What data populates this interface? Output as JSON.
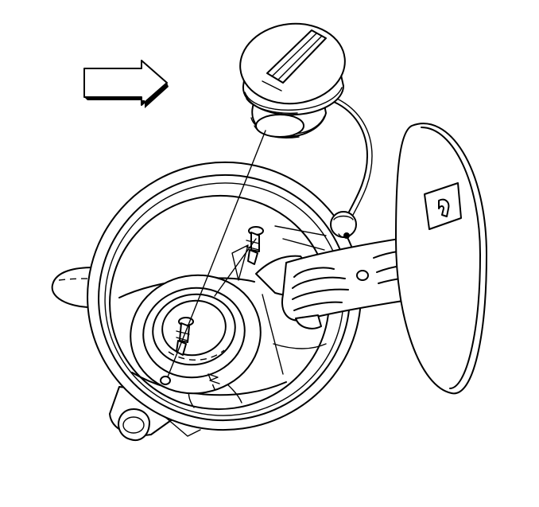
{
  "figure": {
    "style": "black line-art technical illustration",
    "line_color": "#000000",
    "background_color": "#ffffff"
  },
  "components": [
    {
      "id": "direction-arrow",
      "icon": "right-arrow-icon"
    },
    {
      "id": "fuel-filler-cap",
      "icon": "cap-icon"
    },
    {
      "id": "cap-tether",
      "icon": "cable-icon"
    },
    {
      "id": "filler-housing-pocket",
      "icon": "housing-icon"
    },
    {
      "id": "filler-neck",
      "icon": "neck-icon"
    },
    {
      "id": "push-pin-retainer-upper",
      "icon": "push-pin-icon"
    },
    {
      "id": "push-pin-retainer-lower",
      "icon": "push-pin-icon"
    },
    {
      "id": "fuel-door-hinge",
      "icon": "hinge-icon"
    },
    {
      "id": "fuel-door",
      "icon": "door-icon"
    }
  ]
}
